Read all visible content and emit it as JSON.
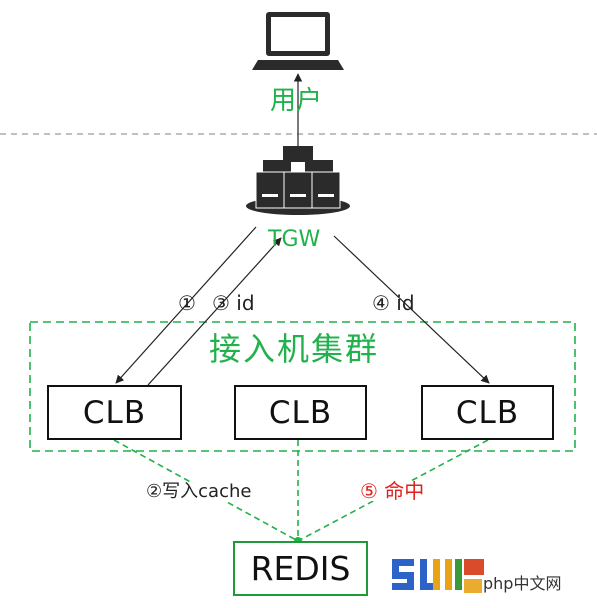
{
  "user": {
    "label": "用户",
    "icon": "laptop-icon"
  },
  "gateway": {
    "label": "TGW",
    "icon": "server-cluster-icon"
  },
  "cluster": {
    "label": "接入机集群",
    "border_color": "#22b14c"
  },
  "nodes": [
    "CLB",
    "CLB",
    "CLB"
  ],
  "redis": {
    "label": "REDIS"
  },
  "steps": {
    "s1": "①",
    "s3": "③ id",
    "s4": "④ id",
    "s2": "②写入cache",
    "s5": "⑤ 命中"
  },
  "colors": {
    "accent": "#22b14c",
    "hit": "#e0201c",
    "line": "#222222"
  },
  "watermark": {
    "brand": "php中文网",
    "icon": "php-cn-logo"
  }
}
